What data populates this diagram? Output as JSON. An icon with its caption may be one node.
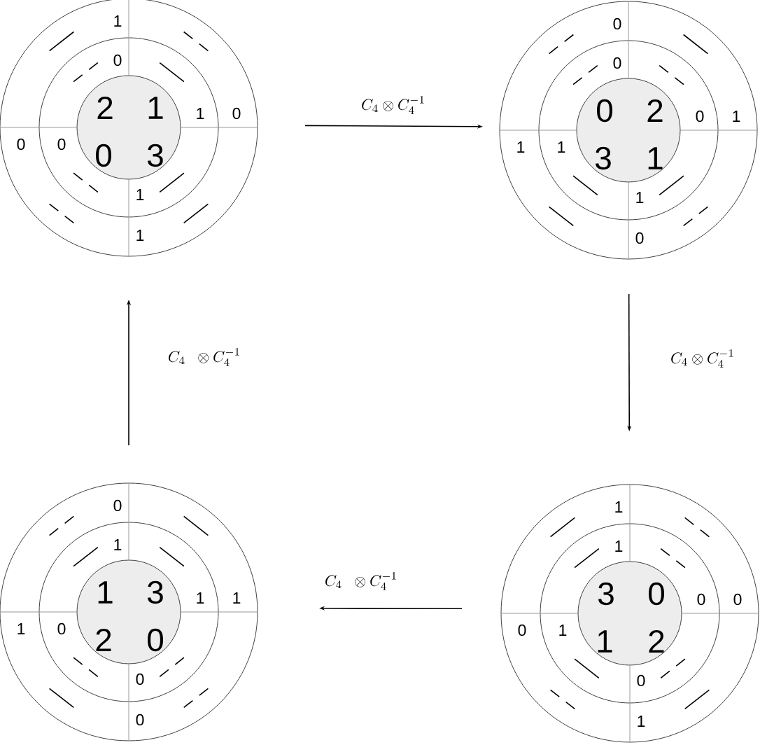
{
  "diagram": {
    "nodes": [
      {
        "text": [
          "2",
          "1",
          "0",
          "3",
          "1",
          "0",
          "1",
          "0",
          "0",
          "0",
          "1",
          "1"
        ]
      },
      {
        "text": [
          "0",
          "2",
          "3",
          "1",
          "0",
          "0",
          "0",
          "1",
          "1",
          "1",
          "1",
          "0"
        ]
      },
      {
        "text": [
          "1",
          "3",
          "2",
          "0",
          "0",
          "1",
          "1",
          "1",
          "1",
          "0",
          "0",
          "0"
        ]
      },
      {
        "text": [
          "3",
          "0",
          "1",
          "2",
          "1",
          "1",
          "0",
          "0",
          "0",
          "1",
          "0",
          "1"
        ]
      }
    ],
    "edges": [
      {
        "from": 0,
        "to": 1,
        "arrow": "to",
        "label": "C_4\\otimes C_4^{-1}"
      },
      {
        "from": 1,
        "to": 3,
        "arrow": "to",
        "label": "C_4\\otimes C_4^{-1}"
      },
      {
        "from": 3,
        "to": 2,
        "arrow": "to",
        "label": "C_4\\ \\ \\otimes C_4^{-1}"
      },
      {
        "from": 2,
        "to": 0,
        "arrow": "to",
        "label": "C_4\\ \\ \\otimes C_4^{-1}"
      }
    ]
  }
}
